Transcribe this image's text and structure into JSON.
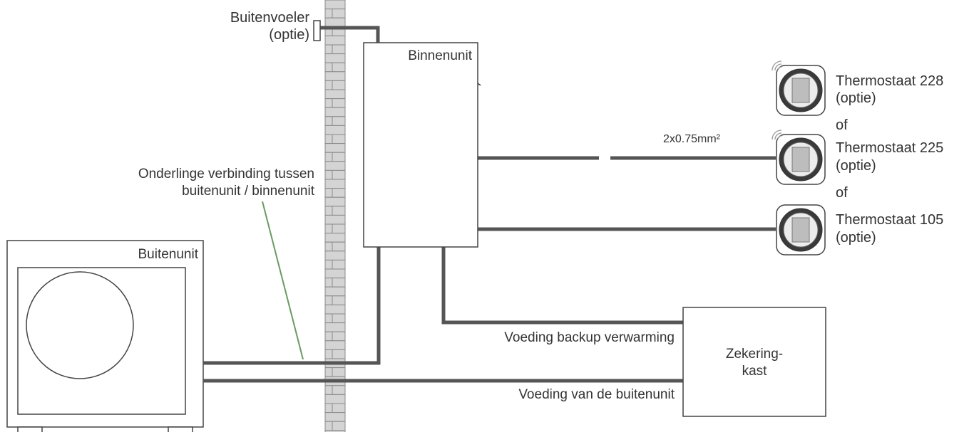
{
  "labels": {
    "outdoor_sensor": "Buitenvoeler",
    "outdoor_sensor_option": "(optie)",
    "indoor_unit": "Binnenunit",
    "outdoor_unit": "Buitenunit",
    "interconnection_line1": "Onderlinge verbinding tussen",
    "interconnection_line2": "buitenunit / binnenunit",
    "cable_spec": "2x0.75mm²",
    "backup_power": "Voeding backup verwarming",
    "outdoor_power": "Voeding van de buitenunit",
    "fuse_box_line1": "Zekering-",
    "fuse_box_line2": "kast"
  },
  "thermostats": [
    {
      "name": "Thermostaat 228",
      "option": "(optie)"
    },
    {
      "name": "Thermostaat 225",
      "option": "(optie)"
    },
    {
      "name": "Thermostaat 105",
      "option": "(optie)"
    }
  ],
  "separator": "of",
  "colors": {
    "wire": "#555555",
    "outline": "#444444",
    "wall": "#d4d4d4",
    "pointer": "#6a9a62",
    "text": "#333333"
  }
}
